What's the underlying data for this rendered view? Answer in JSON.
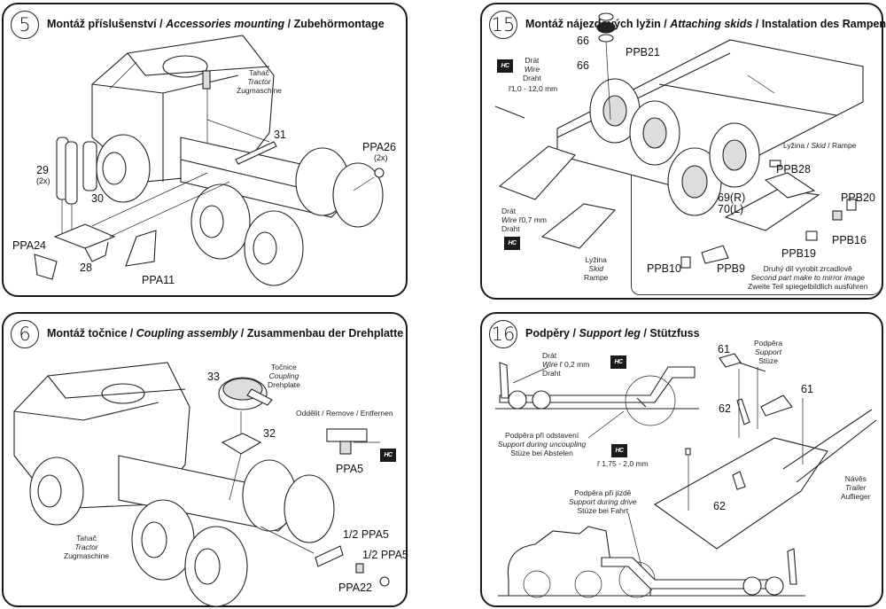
{
  "panels": {
    "step5": {
      "number": "5",
      "title_cz": "Montáž příslušenství",
      "title_en": "Accessories mounting",
      "title_de": "Zubehörmontage",
      "sep": " / ",
      "labels": {
        "tractor_cz": "Tahač",
        "tractor_en": "Tractor",
        "tractor_de": "Zugmaschine"
      },
      "parts": [
        "31",
        "PPA26",
        "(2x)",
        "29",
        "(2x)",
        "30",
        "PPA24",
        "28",
        "PPA11"
      ]
    },
    "step15": {
      "number": "15",
      "title_cz": "Montáž nájezdových lyžin",
      "title_en": "Attaching skids",
      "title_de": "Instalation des Rampen",
      "sep": " / ",
      "wire1": {
        "cz": "Drát",
        "en": "Wire",
        "de": "Draht",
        "size": "ř1,0 - 12,0 mm"
      },
      "wire2": {
        "cz": "Drát",
        "en": "Wire",
        "de": "Draht",
        "size": "ř0,7 mm"
      },
      "skid_label": {
        "cz": "Lyžina",
        "en": "Skid",
        "de": "Rampe"
      },
      "skid_header": {
        "cz": "Lyžina",
        "en": "Skid",
        "de": "Rampe",
        "sep": " / "
      },
      "mirror_note": {
        "cz": "Druhý díl vyrobit zrcadlově",
        "en": "Second part make to mirror image",
        "de": "Zweite Teil spiegelbildlich ausführen"
      },
      "parts": [
        "66",
        "PPB21",
        "66",
        "PPB28",
        "69(R)",
        "70(L)",
        "PPB20",
        "PPB16",
        "PPB19",
        "PPB10",
        "PPB9"
      ]
    },
    "step6": {
      "number": "6",
      "title_cz": "Montáž točnice",
      "title_en": "Coupling assembly",
      "title_de": "Zusammenbau der Drehplatte",
      "sep": " / ",
      "coupling_label": {
        "cz": "Točnice",
        "en": "Coupling",
        "de": "Drehplate"
      },
      "remove_label": "Oddělit / Remove / Entfernen",
      "tractor_label": {
        "cz": "Tahač",
        "en": "Tractor",
        "de": "Zugmaschine"
      },
      "parts": [
        "33",
        "32",
        "PPA5",
        "1/2 PPA5",
        "1/2 PPA5",
        "PPA22"
      ]
    },
    "step16": {
      "number": "16",
      "title_cz": "Podpěry",
      "title_en": "Support leg",
      "title_de": "Stützfuss",
      "sep": " / ",
      "wire": {
        "cz": "Drát",
        "en": "Wire",
        "de": "Draht",
        "size": "ř 0,2 mm"
      },
      "support_label": {
        "cz": "Podpěra",
        "en": "Support",
        "de": "Stüze"
      },
      "uncoupling_label": {
        "cz": "Podpěra při odstavení",
        "en": "Support during uncoupling",
        "de": "Stüze bei Abstelen"
      },
      "rod_size": "ř 1,75 - 2,0 mm",
      "drive_label": {
        "cz": "Podpěra při jízdě",
        "en": "Support during drive",
        "de": "Stüze bei Fahrt"
      },
      "trailer_label": {
        "cz": "Návěs",
        "en": "Trailer",
        "de": "Auflieger"
      },
      "parts": [
        "61",
        "61",
        "62",
        "62"
      ]
    }
  },
  "badge_text": "HC"
}
